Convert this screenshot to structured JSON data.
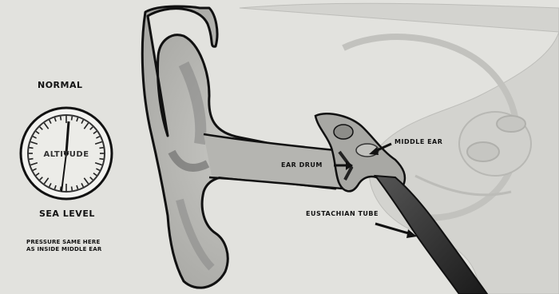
{
  "gauge": {
    "heading": "NORMAL",
    "dial_text": "ALTITUDE",
    "caption": "SEA LEVEL",
    "note_line1": "PRESSURE SAME HERE",
    "note_line2": "AS INSIDE MIDDLE EAR"
  },
  "labels": {
    "middle_ear": "MIDDLE EAR",
    "ear_drum": "EAR DRUM",
    "eustachian_tube": "EUSTACHIAN TUBE"
  },
  "colors": {
    "background": "#e2e2de",
    "outline": "#111111",
    "shading": "#6a6a66"
  }
}
